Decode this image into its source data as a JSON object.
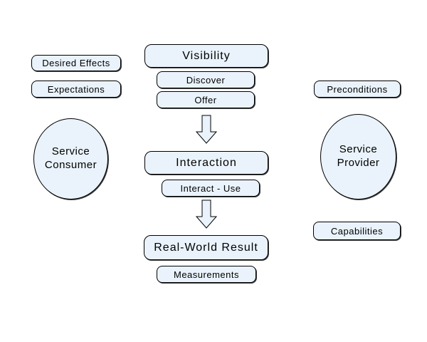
{
  "canvas": {
    "background": "#ffffff"
  },
  "colors": {
    "shape_fill": "#eaf3fb",
    "shape_border": "#000000",
    "text": "#000000"
  },
  "consumer": {
    "desired_effects_label": "Desired Effects",
    "expectations_label": "Expectations",
    "name_line1": "Service",
    "name_line2": "Consumer"
  },
  "provider": {
    "preconditions_label": "Preconditions",
    "capabilities_label": "Capabilities",
    "name_line1": "Service",
    "name_line2": "Provider"
  },
  "flow": {
    "visibility_label": "Visibility",
    "discover_label": "Discover",
    "offer_label": "Offer",
    "interaction_label": "Interaction",
    "interact_use_label": "Interact - Use",
    "real_world_result_label": "Real-World Result",
    "measurements_label": "Measurements"
  },
  "icons": {
    "flow_arrow": "down-block-arrow"
  }
}
